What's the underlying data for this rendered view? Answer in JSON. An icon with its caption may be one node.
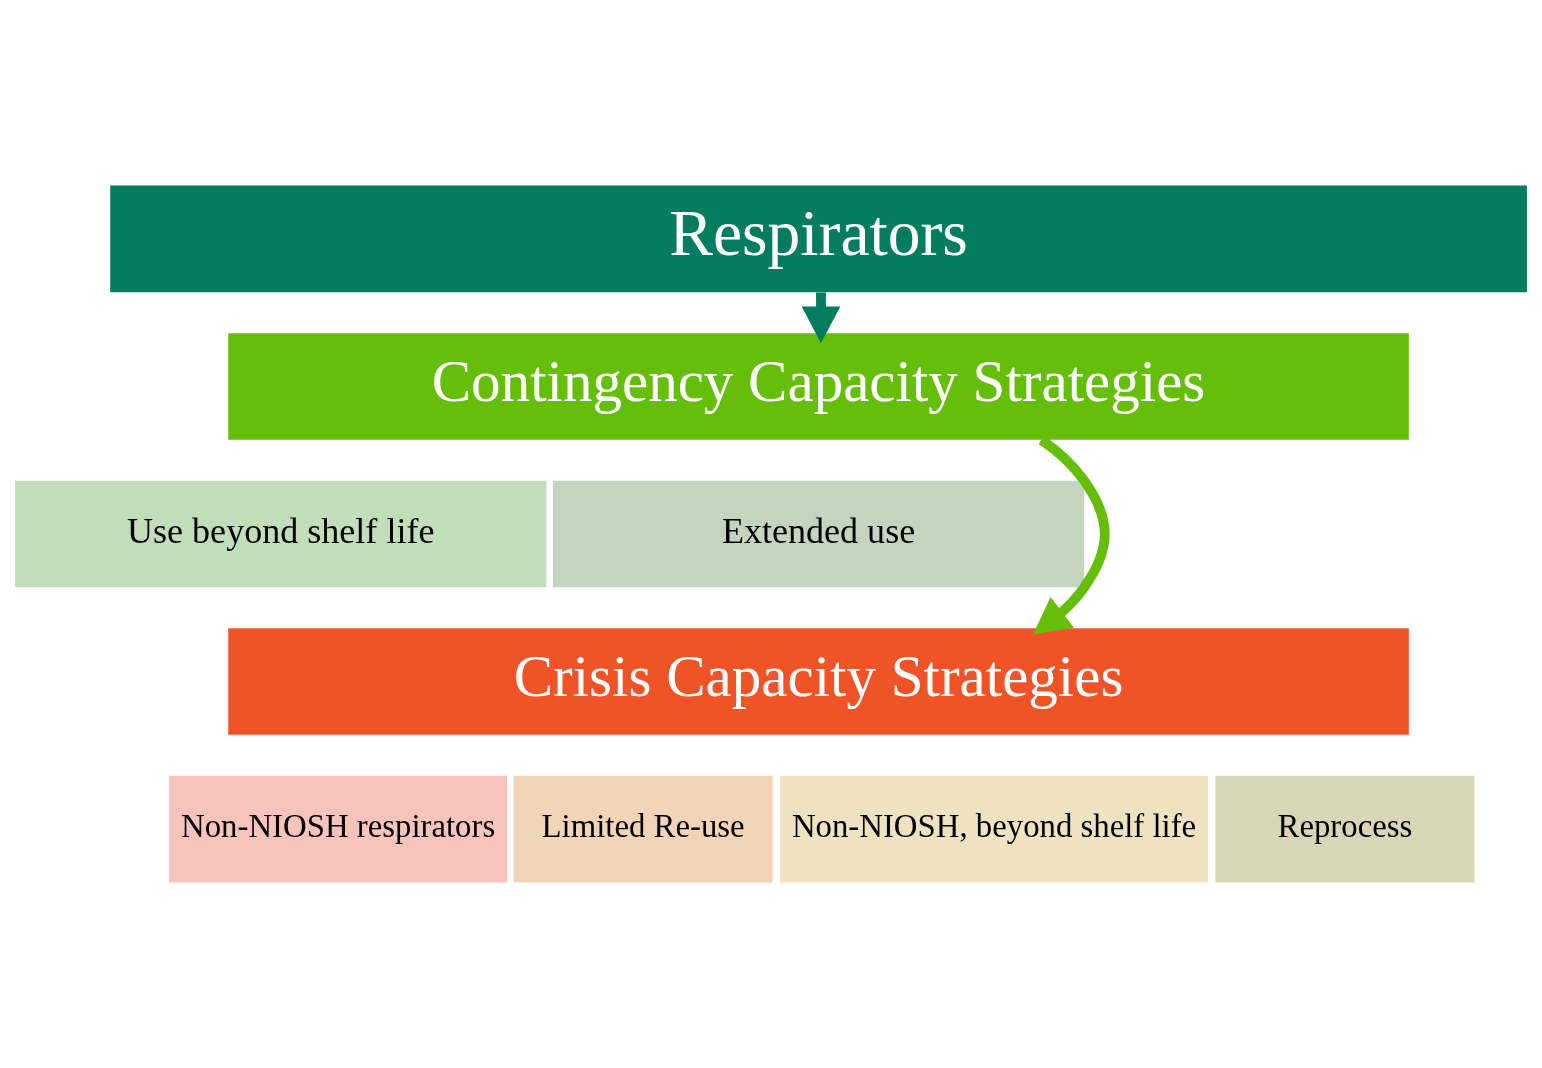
{
  "diagram": {
    "nodes": [
      {
        "text": [
          "Respirators"
        ]
      },
      {
        "text": [
          "Contingency Capacity Strategies"
        ]
      },
      {
        "text": [
          "Use beyond shelf life"
        ]
      },
      {
        "text": [
          "Extended use"
        ]
      },
      {
        "text": [
          "Crisis Capacity Strategies"
        ]
      },
      {
        "text": [
          "Non-NIOSH respirators"
        ]
      },
      {
        "text": [
          "Limited Re-use"
        ]
      },
      {
        "text": [
          "Non-NIOSH, beyond shelf life"
        ]
      },
      {
        "text": [
          "Reprocess"
        ]
      }
    ],
    "edges": [
      {
        "from": 0,
        "to": 1,
        "arrow": "to",
        "color": "#037c5f"
      },
      {
        "from": 1,
        "to": 4,
        "arrow": "to",
        "color": "#65be0a"
      }
    ]
  }
}
